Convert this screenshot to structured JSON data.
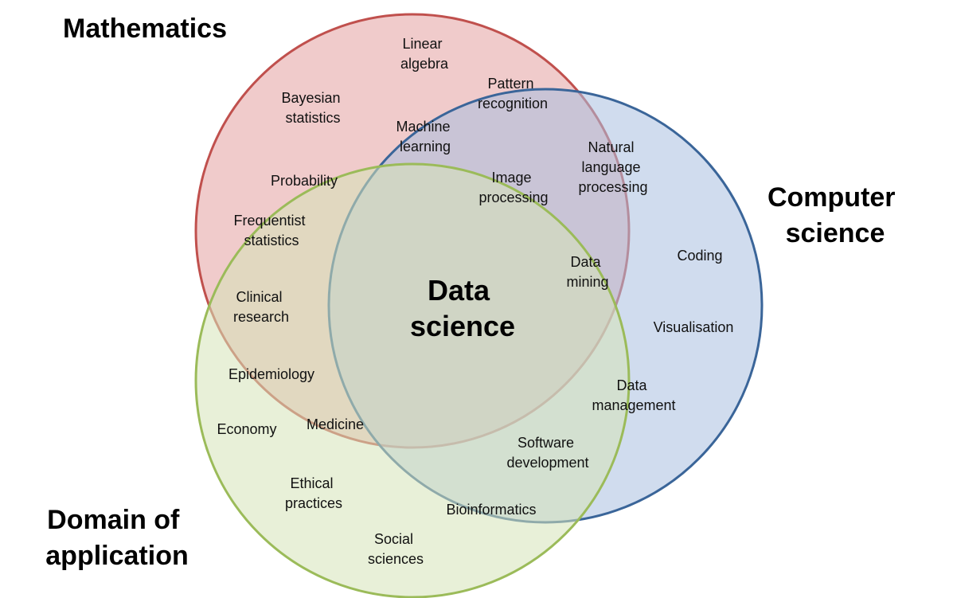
{
  "sets": {
    "mathematics": {
      "label": [
        "Mathematics"
      ],
      "fill": "#e6a8a8",
      "stroke": "#c0504d"
    },
    "computer_science": {
      "label": [
        "Computer",
        "science"
      ],
      "fill": "#a9bfe0",
      "stroke": "#3a6599"
    },
    "domain": {
      "label": [
        "Domain of",
        "application"
      ],
      "fill": "#d6e3b8",
      "stroke": "#9bbb59"
    }
  },
  "center": [
    "Data",
    "science"
  ],
  "terms": {
    "linear_algebra": [
      "Linear",
      "algebra"
    ],
    "bayesian_statistics": [
      "Bayesian",
      "statistics"
    ],
    "pattern_recognition": [
      "Pattern",
      "recognition"
    ],
    "machine_learning": [
      "Machine",
      "learning"
    ],
    "natural_language_processing": [
      "Natural",
      "language",
      "processing"
    ],
    "probability": [
      "Probability"
    ],
    "image_processing": [
      "Image",
      "processing"
    ],
    "frequentist_statistics": [
      "Frequentist",
      "statistics"
    ],
    "coding": [
      "Coding"
    ],
    "data_mining": [
      "Data",
      "mining"
    ],
    "clinical_research": [
      "Clinical",
      "research"
    ],
    "visualisation": [
      "Visualisation"
    ],
    "epidemiology": [
      "Epidemiology"
    ],
    "data_management": [
      "Data",
      "management"
    ],
    "economy": [
      "Economy"
    ],
    "medicine": [
      "Medicine"
    ],
    "software_development": [
      "Software",
      "development"
    ],
    "ethical_practices": [
      "Ethical",
      "practices"
    ],
    "bioinformatics": [
      "Bioinformatics"
    ],
    "social_sciences": [
      "Social",
      "sciences"
    ]
  }
}
